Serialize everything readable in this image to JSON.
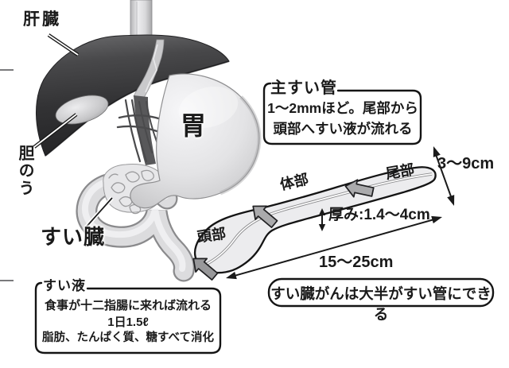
{
  "figure": {
    "bg": "#ffffff",
    "subject": "すい臓の解剖図"
  },
  "anatomy": {
    "liver_label": "肝臓",
    "gallbladder_label": "胆のう",
    "stomach_label": "胃",
    "pancreas_label": "すい臓"
  },
  "duct_note": {
    "title": "主すい管",
    "line1": "1〜2mmほど。尾部から",
    "line2": "頭部へすい液が流れる"
  },
  "schematic": {
    "tail_label": "尾部",
    "body_label": "体部",
    "head_label": "頭部",
    "thickness_label": "厚み:1.4〜4cm",
    "width_label": "3〜9cm",
    "length_label": "15〜25cm"
  },
  "cancer_note": {
    "text": "すい臓がんは大半がすい管にできる"
  },
  "juice_note": {
    "title": "すい液",
    "line1": "食事が十二指腸に来れば流れる",
    "line2": "1日1.5ℓ",
    "line3": "脂肪、たんぱく質、糖すべて消化"
  },
  "colors": {
    "ink": "#1a1a1a",
    "liver_dark": "#2e2e30",
    "organ_light": "#dcdcde",
    "schematic_fill": "#ececee",
    "arrow_gray": "#aaaaac"
  }
}
